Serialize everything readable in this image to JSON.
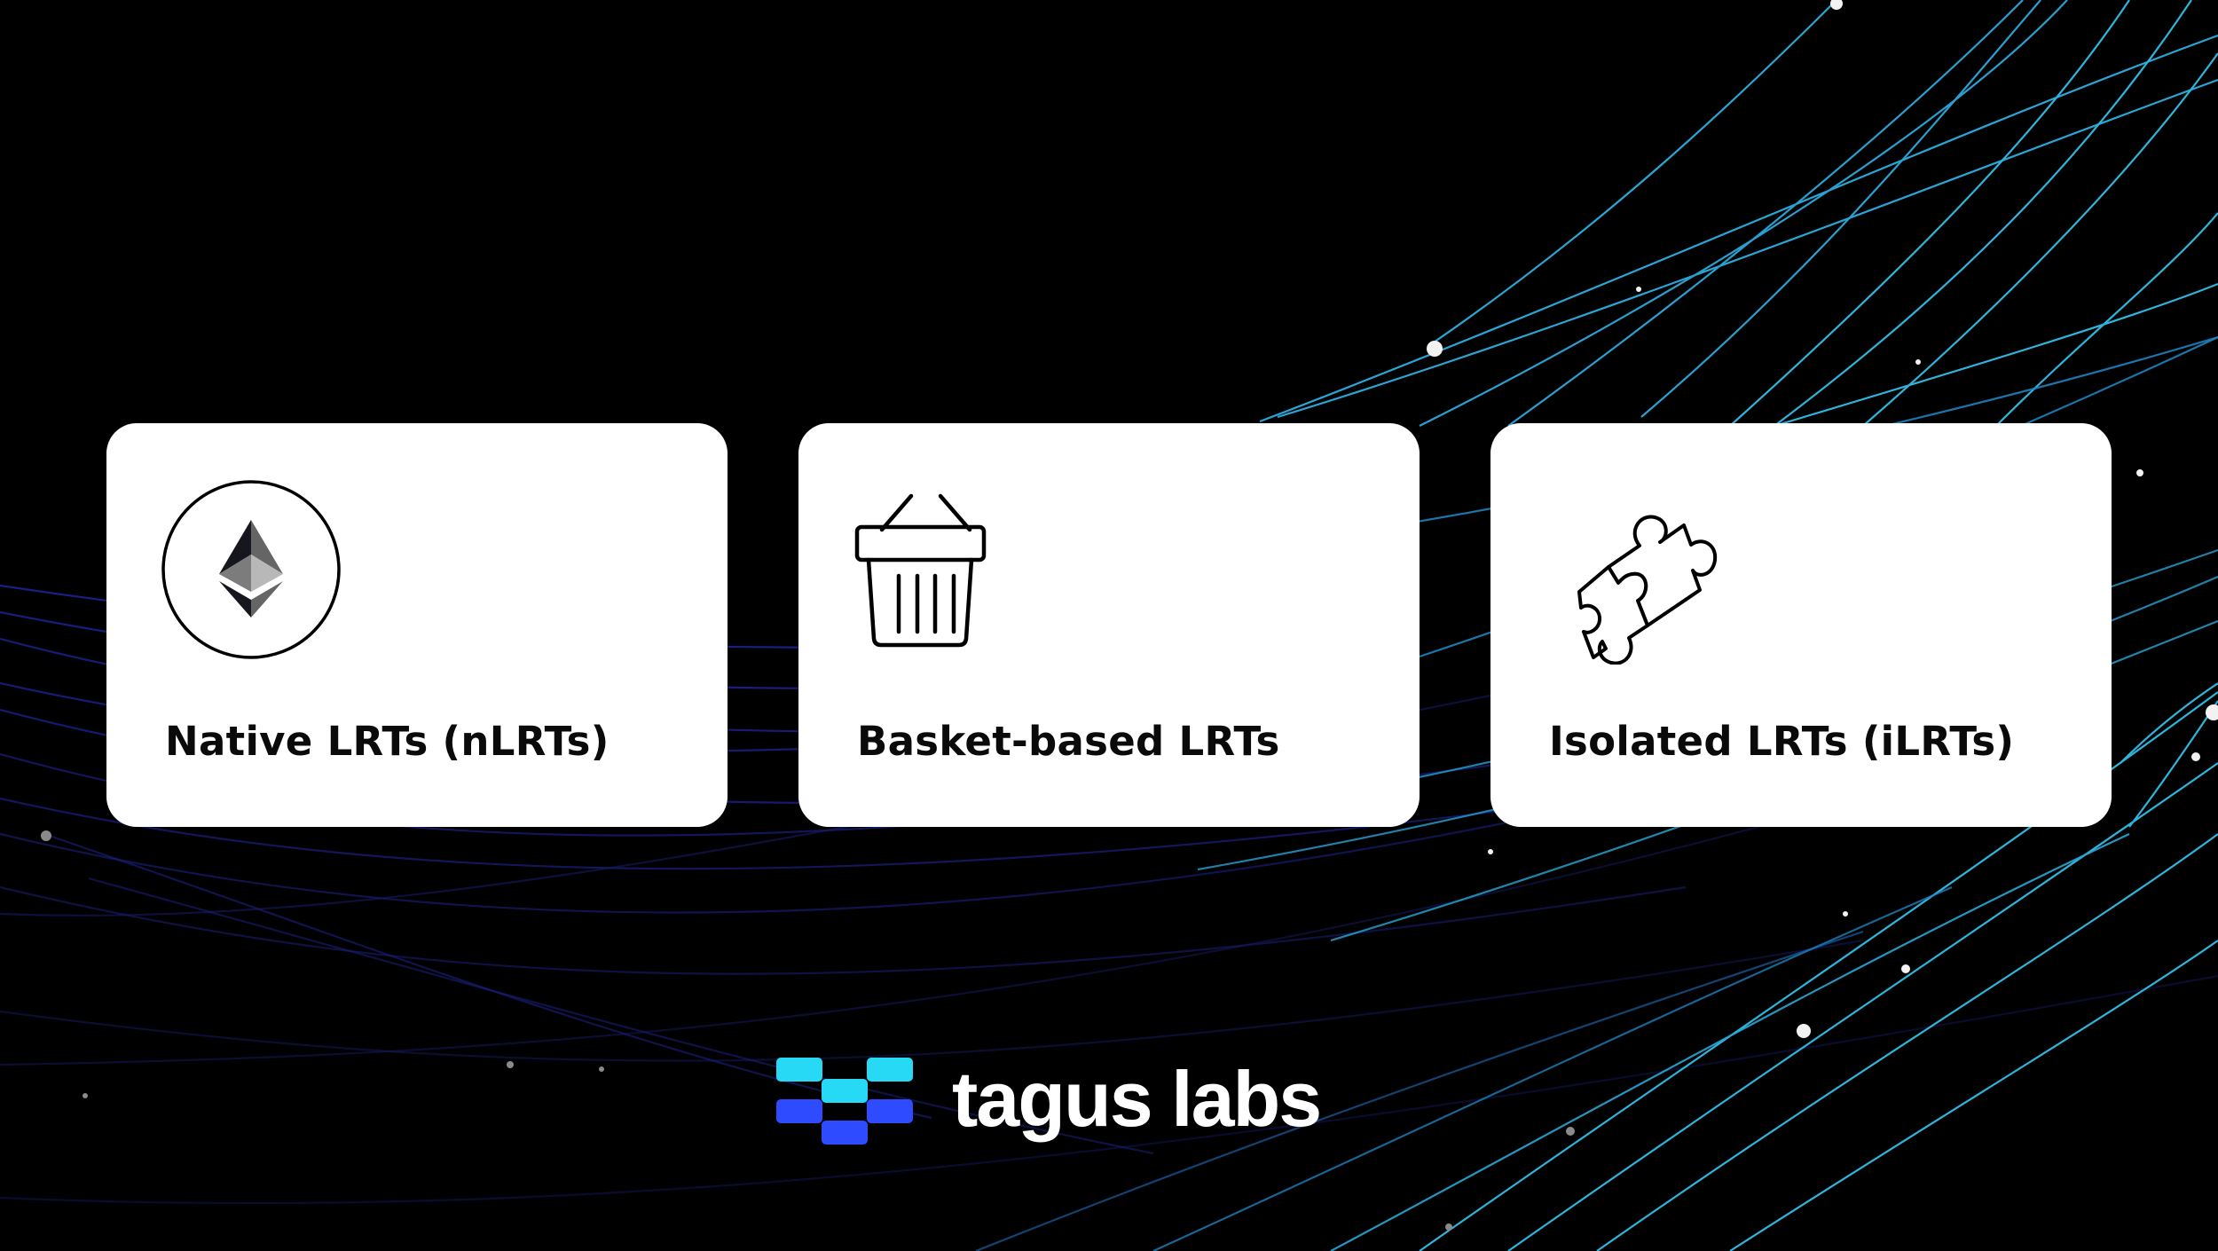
{
  "cards": [
    {
      "title": "Native LRTs (nLRTs)",
      "icon": "ethereum-icon"
    },
    {
      "title": "Basket-based LRTs",
      "icon": "basket-icon"
    },
    {
      "title": "Isolated LRTs (iLRTs)",
      "icon": "puzzle-icon"
    }
  ],
  "brand": {
    "name": "tagus labs",
    "colors": {
      "cyan": "#27d9f5",
      "blue": "#2f4bff",
      "background": "#000000",
      "card": "#ffffff",
      "line_cyan": "#2fb4dc",
      "line_navy": "#1a2280"
    }
  }
}
